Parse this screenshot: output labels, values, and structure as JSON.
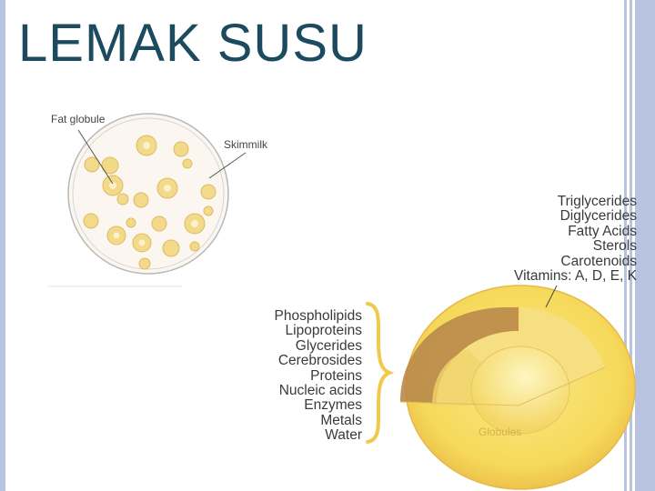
{
  "slide": {
    "title": "LEMAK SUSU"
  },
  "figure_milk": {
    "label_fat_globule": "Fat globule",
    "label_skimmilk": "Skimmilk"
  },
  "figure_globule": {
    "core_lipids": [
      "Triglycerides",
      "Diglycerides",
      "Fatty Acids",
      "Sterols",
      "Carotenoids",
      "Vitamins: A, D, E, K"
    ],
    "membrane_components": [
      "Phospholipids",
      "Lipoproteins",
      "Glycerides",
      "Cerebrosides",
      "Proteins",
      "Nucleic acids",
      "Enzymes",
      "Metals",
      "Water"
    ],
    "globule_label": "Globules"
  },
  "colors": {
    "title": "#1c4a5f",
    "accent_bar": "#b7c3df",
    "globule_fill": "#f6d95a",
    "globule_edge": "#e6b94a"
  }
}
